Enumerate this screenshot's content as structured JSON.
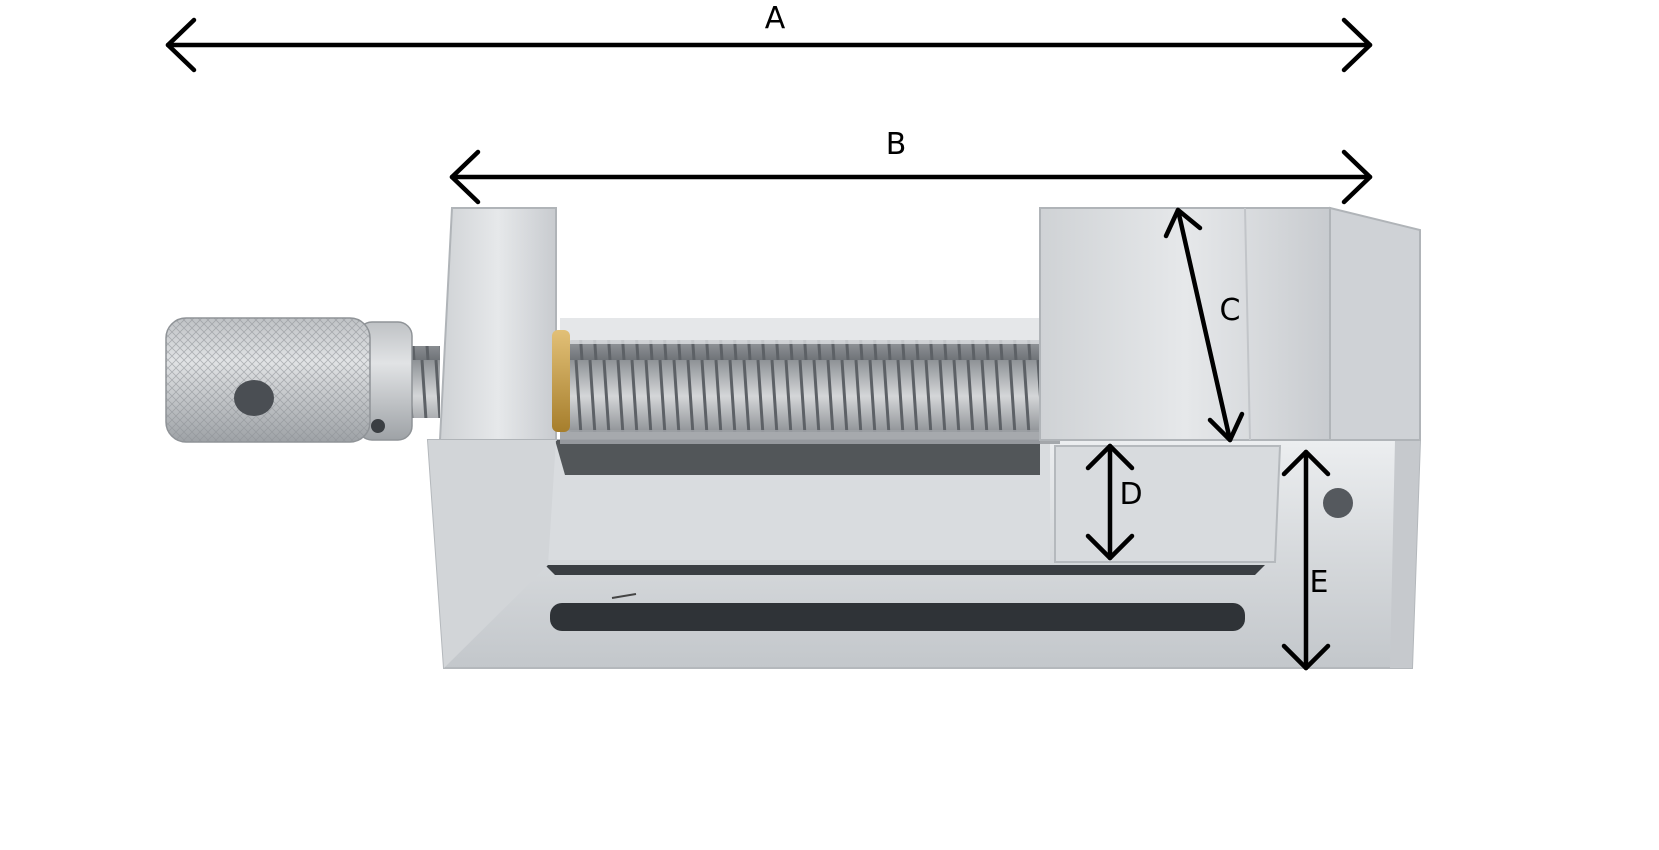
{
  "diagram": {
    "labels": {
      "a": "A",
      "b": "B",
      "c": "C",
      "d": "D",
      "e": "E"
    }
  },
  "colors": {
    "arrow": "#000000",
    "steel_light": "#e4e6e8",
    "steel_mid": "#c9ccd0",
    "steel_dark": "#9a9ea4",
    "slot": "#2f3337",
    "brass": "#c9a24a",
    "background": "#ffffff"
  }
}
